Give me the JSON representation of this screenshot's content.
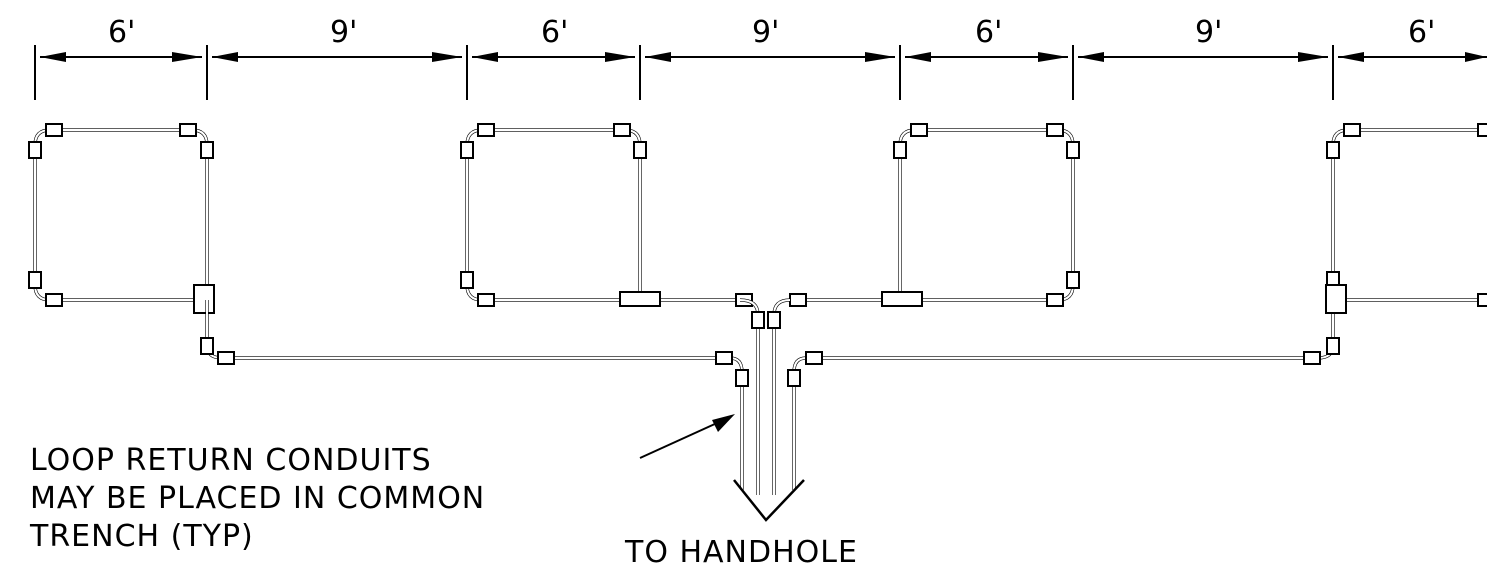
{
  "dimensions": [
    "6'",
    "9'",
    "6'",
    "9'",
    "6'",
    "9'",
    "6'"
  ],
  "notes": {
    "loop_return_line1": "LOOP RETURN CONDUITS",
    "loop_return_line2": "MAY BE PLACED IN COMMON",
    "loop_return_line3": "TRENCH (TYP)",
    "to_handhole": "TO HANDHOLE"
  }
}
